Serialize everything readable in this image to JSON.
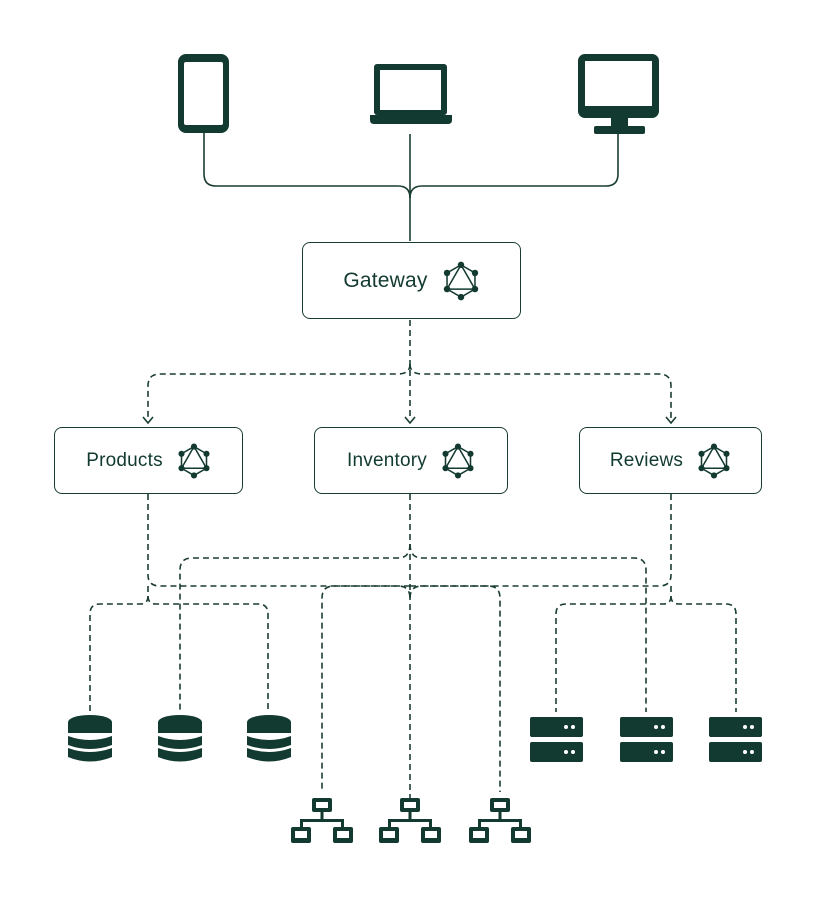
{
  "colors": {
    "ink": "#123a30",
    "line": "#1a3d33",
    "background": "#ffffff"
  },
  "clients": [
    {
      "name": "mobile",
      "icon": "smartphone-icon"
    },
    {
      "name": "laptop",
      "icon": "laptop-icon"
    },
    {
      "name": "desktop",
      "icon": "monitor-icon"
    }
  ],
  "gateway": {
    "label": "Gateway",
    "icon": "graphql-icon"
  },
  "subgraphs": [
    {
      "label": "Products",
      "icon": "graphql-icon"
    },
    {
      "label": "Inventory",
      "icon": "graphql-icon"
    },
    {
      "label": "Reviews",
      "icon": "graphql-icon"
    }
  ],
  "resources": {
    "databases": {
      "icon": "database-icon",
      "count": 3
    },
    "networks": {
      "icon": "network-icon",
      "count": 3
    },
    "servers": {
      "icon": "server-icon",
      "count": 3
    }
  }
}
